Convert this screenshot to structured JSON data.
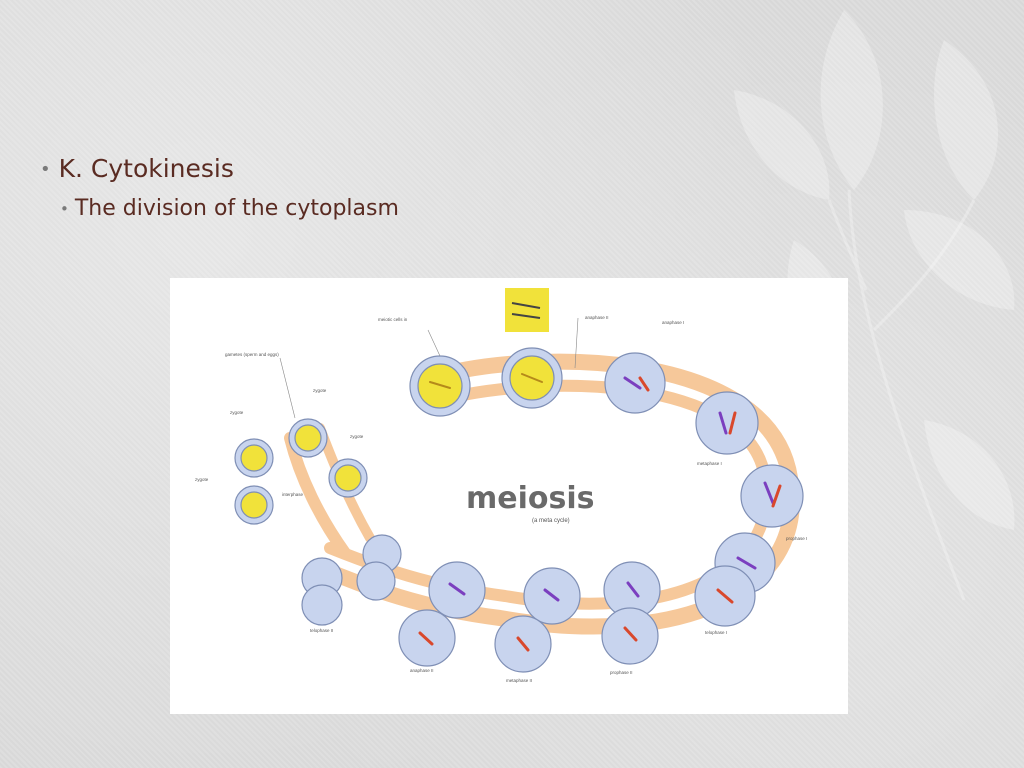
{
  "slide": {
    "bullet_main": "K.  Cytokinesis",
    "bullet_sub": "The division of the cytoplasm"
  },
  "diagram": {
    "title": "meiosis",
    "subtitle": "(a meta cycle)",
    "labels": [
      "meiotic cells in",
      "anaphase II",
      "anaphase I",
      "metaphase I",
      "prophase I",
      "telophase II",
      "anaphase II",
      "metaphase II",
      "prophase II",
      "telophase I",
      "zygote",
      "zygote",
      "zygote",
      "zygote",
      "interphase",
      "gametes (sperm and eggs)"
    ]
  },
  "colors": {
    "bullet_text": "#5a2b22",
    "ring": "#f6c89a",
    "cell_fill": "#c8d4ee",
    "gamete_fill": "#f1e23a"
  }
}
